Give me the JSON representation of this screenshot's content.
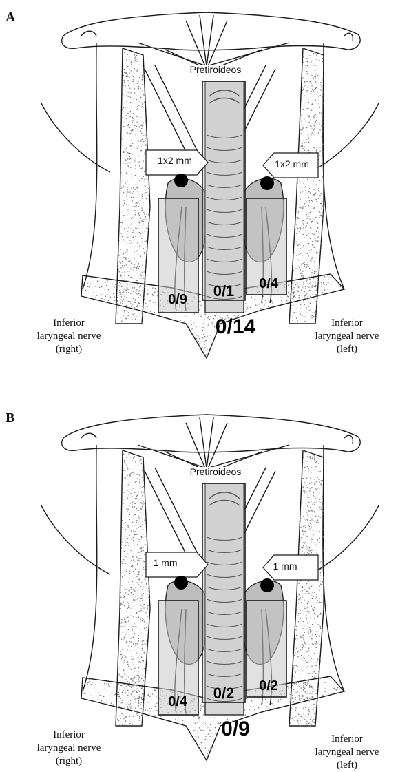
{
  "panels": [
    {
      "letter": "A",
      "muscle_label": "Pretiroideos",
      "gland_size_right": "1x2 mm",
      "gland_size_left": "1x2 mm",
      "count_right": "0/9",
      "count_center": "0/1",
      "count_left": "0/4",
      "total": "0/14",
      "nerve_right": [
        "Inferior",
        "laryngeal nerve",
        "(right)"
      ],
      "nerve_left": [
        "Inferior",
        "laryngeal nerve",
        "(left)"
      ]
    },
    {
      "letter": "B",
      "muscle_label": "Pretiroideos",
      "gland_size_right": "1 mm",
      "gland_size_left": "1 mm",
      "count_right": "0/4",
      "count_center": "0/2",
      "count_left": "0/2",
      "total": "0/9",
      "nerve_right": [
        "Inferior",
        "laryngeal nerve",
        "(right)"
      ],
      "nerve_left": [
        "Inferior",
        "laryngeal nerve",
        "(left)"
      ]
    }
  ],
  "colors": {
    "line": "#1a1a1a",
    "box_fill": "#c9c9c9",
    "stipple": "#7a7a7a",
    "marker": "#000000"
  }
}
